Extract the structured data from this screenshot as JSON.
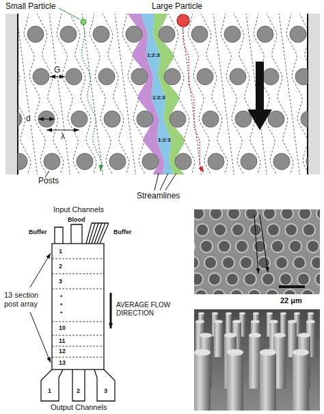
{
  "diagram": {
    "labels": [
      "Small Particle",
      "Large Particle",
      "G",
      "d",
      "λ",
      "1:2:3",
      "1:2:3",
      "1:2:3",
      "Posts",
      "Streamlines",
      "Input Channels",
      "Blood",
      "Buffer",
      "Buffer",
      "1",
      "2",
      "3",
      "•",
      "•",
      "•",
      "10",
      "11",
      "12",
      "13",
      "13 section post array",
      "AVERAGE FLOW DIRECTION",
      "Output Channels",
      "1",
      "2",
      "3",
      "22 μm"
    ]
  }
}
